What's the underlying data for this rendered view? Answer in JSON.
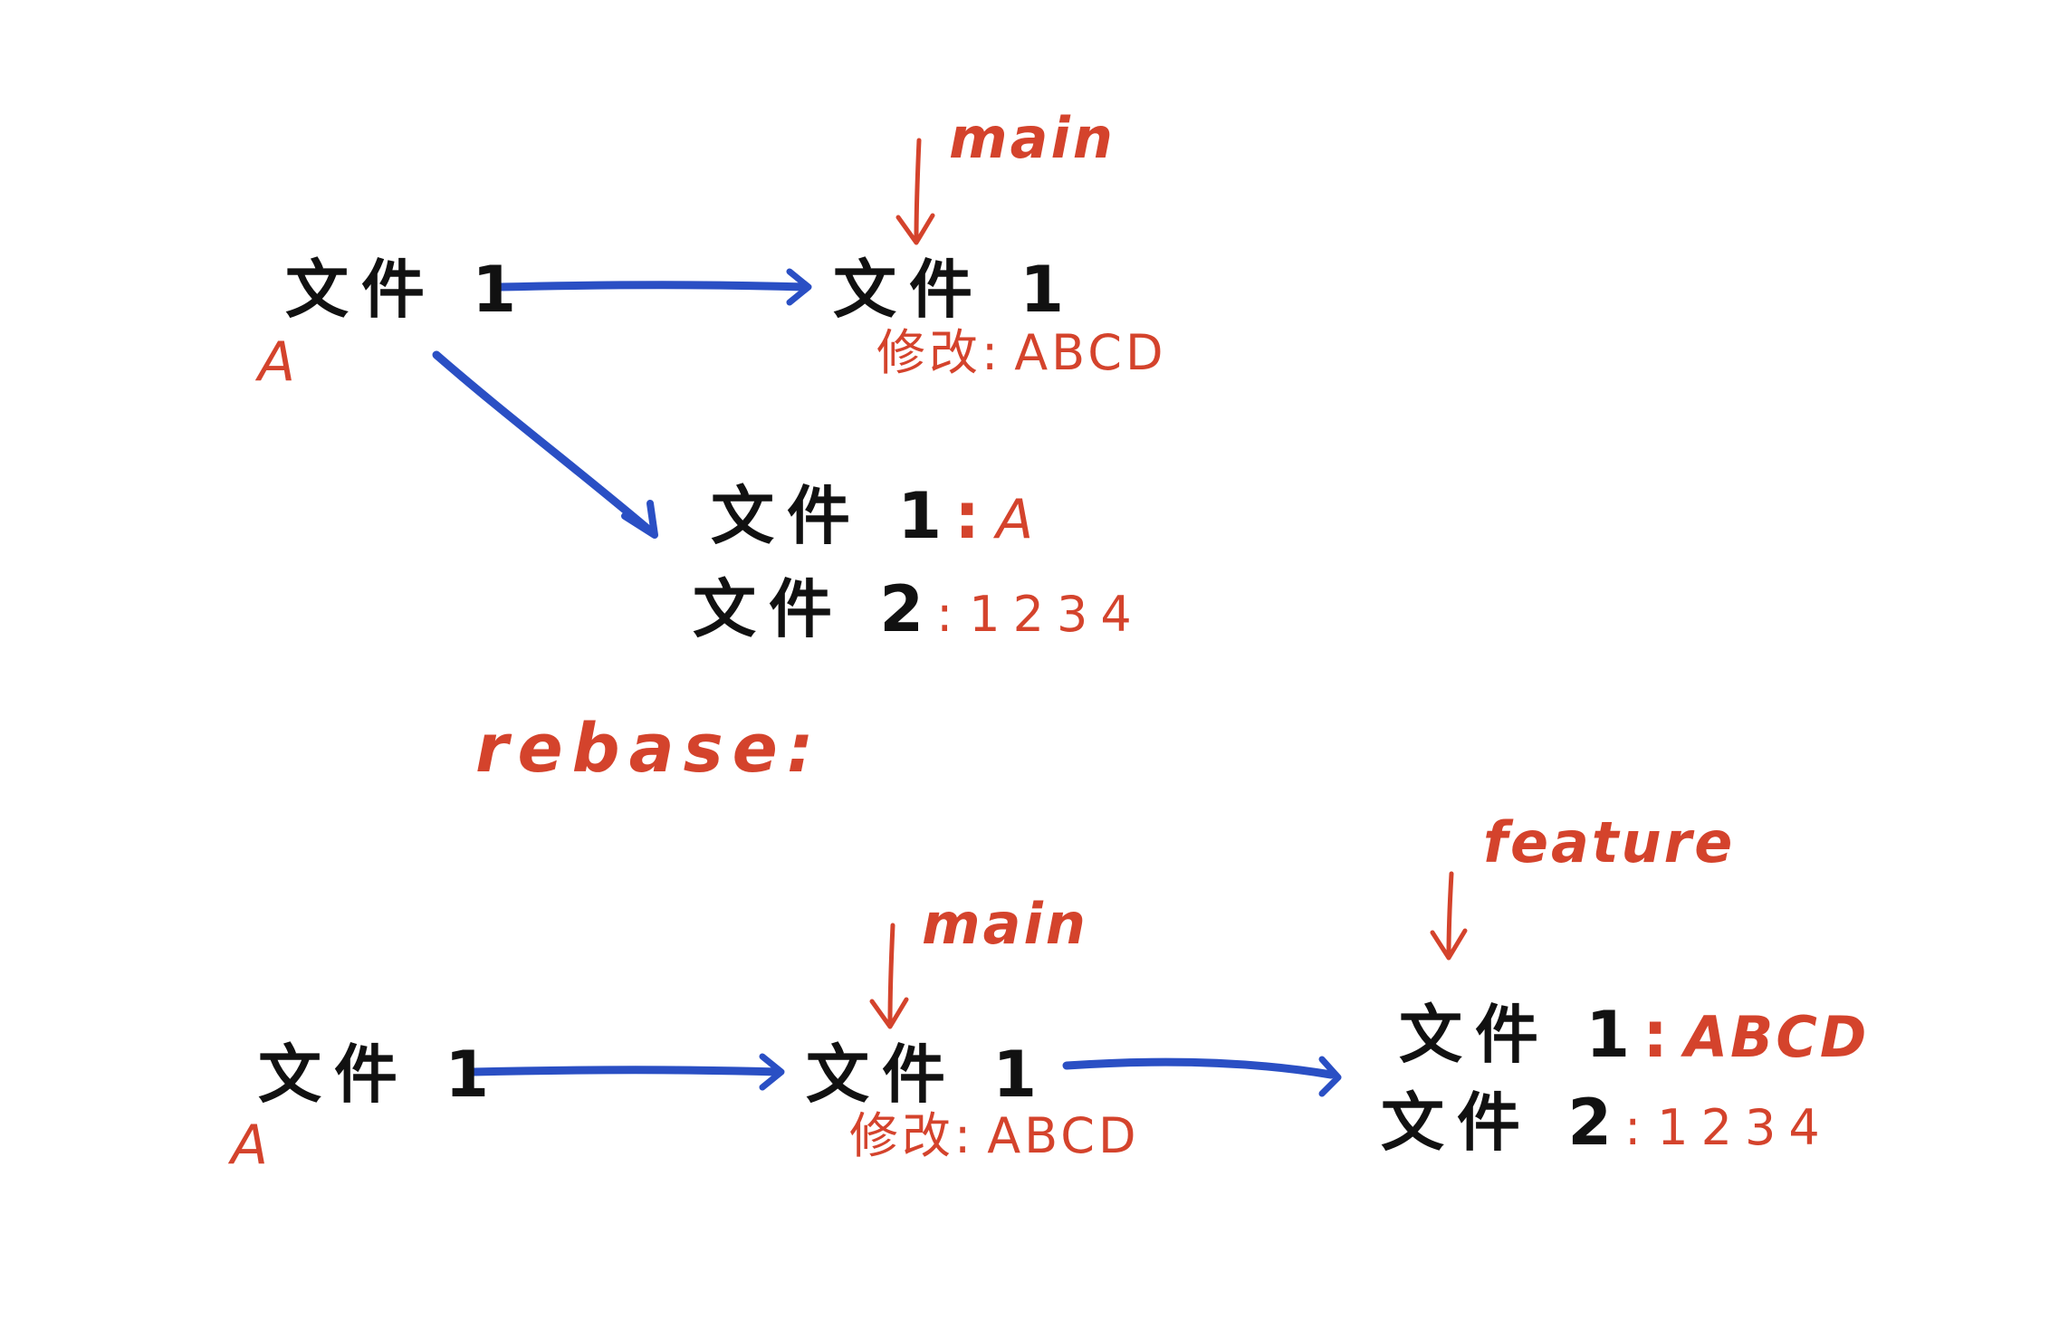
{
  "colors": {
    "black": "#111111",
    "red": "#d4432c",
    "blue": "#2a4fc4"
  },
  "top": {
    "base_node": "文件 1",
    "base_label": "A",
    "main_node": "文件 1",
    "main_mod_label": "修改",
    "main_mod_value": "ABCD",
    "main_pointer": "main",
    "feature_file1": "文件 1",
    "feature_file1_value": "A",
    "feature_file2": "文件 2",
    "feature_file2_value": "1234"
  },
  "rebase_label": "rebase:",
  "bottom": {
    "base_node": "文件 1",
    "base_label": "A",
    "main_node": "文件 1",
    "main_mod_label": "修改",
    "main_mod_value": "ABCD",
    "main_pointer": "main",
    "feature_pointer": "feature",
    "feature_file1": "文件 1",
    "feature_file1_value": "ABCD",
    "feature_file2": "文件 2",
    "feature_file2_value": "1234"
  }
}
